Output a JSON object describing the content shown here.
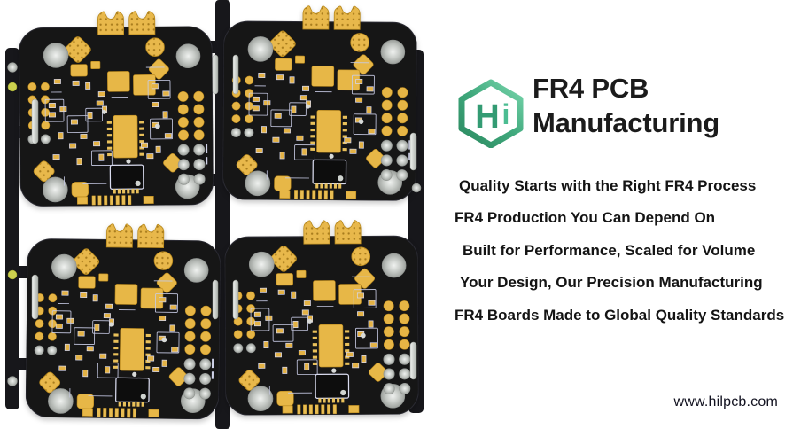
{
  "page": {
    "background_color": "#ffffff"
  },
  "logo": {
    "monogram_h": "H",
    "monogram_i": "i",
    "hexagon_green_dark": "#2e8d63",
    "hexagon_green_light": "#72d1a7"
  },
  "header": {
    "title_line1": "FR4 PCB",
    "title_line2": "Manufacturing",
    "text_color": "#1b1b1b"
  },
  "taglines": [
    "Quality Starts with the Right FR4 Process",
    "FR4 Production You Can Depend On",
    "Built for Performance, Scaled for Volume",
    "Your Design, Our Precision Manufacturing",
    "FR4 Boards Made to Global Quality Standards"
  ],
  "footer": {
    "website": "www.hilpcb.com"
  },
  "pcb_panel": {
    "rows": 2,
    "columns": 2,
    "board_color": "#131317",
    "pad_gold_color": "#e6b544",
    "hole_silver_color": "#c6cac6",
    "silkscreen_color": "#d2d4ea",
    "rail_hole_yellow": "#ccd14e"
  }
}
